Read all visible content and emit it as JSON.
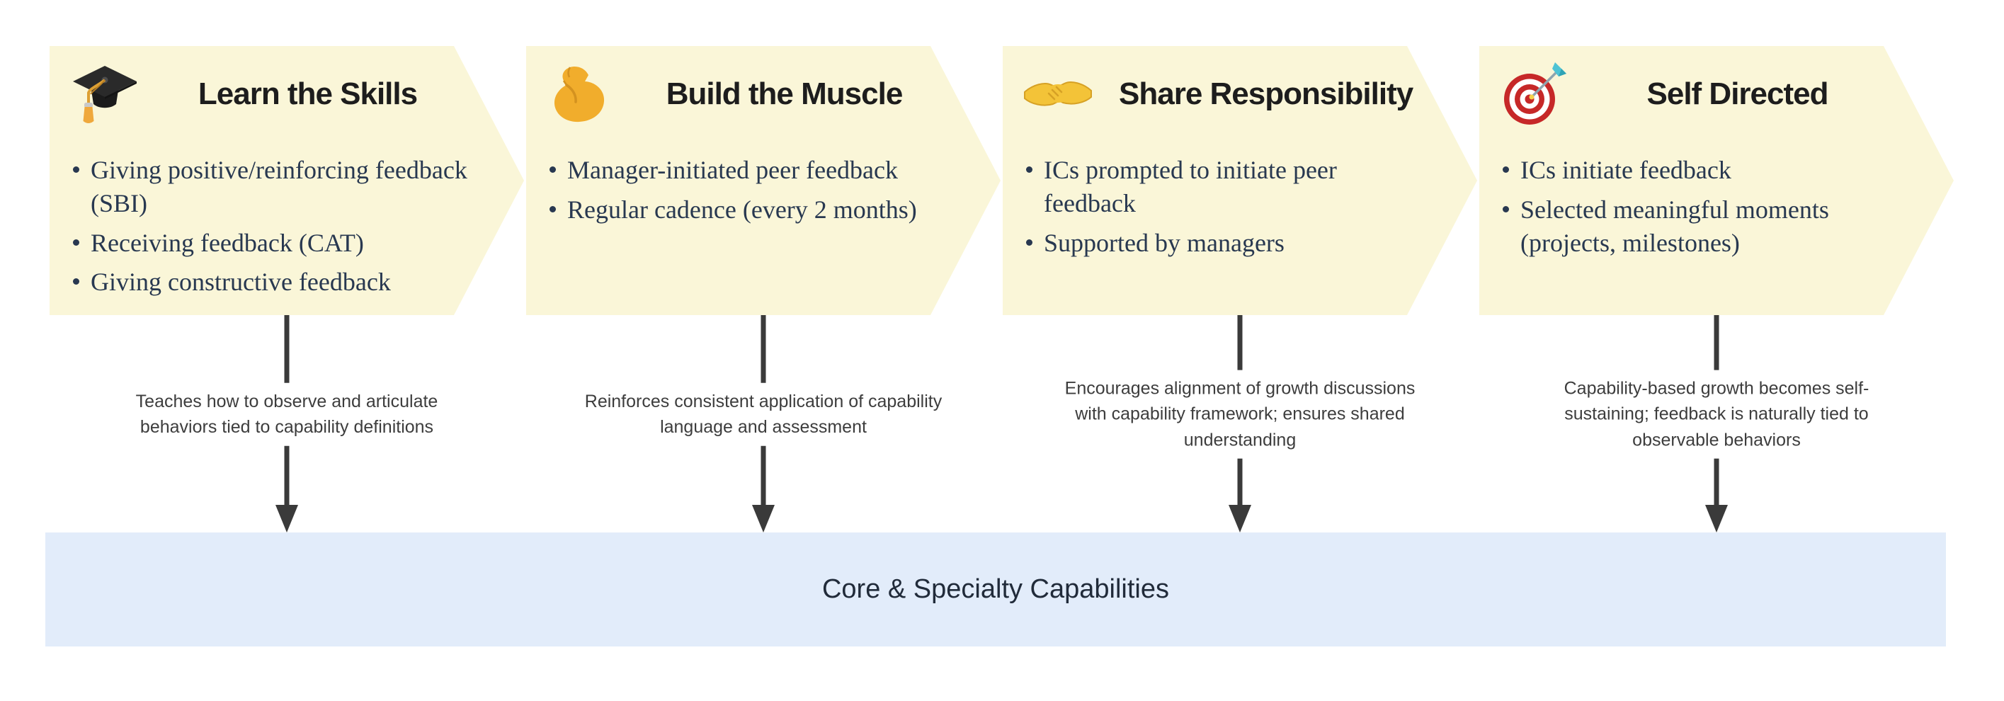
{
  "diagram": {
    "stages": [
      {
        "title": "Learn the Skills",
        "icon": "graduation-cap",
        "bullets": [
          "Giving positive/reinforcing feedback (SBI)",
          "Receiving feedback (CAT)",
          "Giving constructive feedback"
        ],
        "arrow_caption": "Teaches how to observe and articulate behaviors tied to capability definitions"
      },
      {
        "title": "Build the Muscle",
        "icon": "flexed-biceps",
        "bullets": [
          "Manager-initiated peer feedback",
          "Regular cadence (every 2 months)"
        ],
        "arrow_caption": "Reinforces consistent application of capability language and assessment"
      },
      {
        "title": "Share Responsibility",
        "icon": "handshake",
        "bullets": [
          "ICs prompted to initiate peer feedback",
          "Supported by managers"
        ],
        "arrow_caption": "Encourages alignment of growth discussions with capability framework; ensures shared understanding"
      },
      {
        "title": "Self Directed",
        "icon": "target-dart",
        "bullets": [
          "ICs initiate feedback",
          "Selected meaningful moments (projects, milestones)"
        ],
        "arrow_caption": "Capability-based growth becomes self-sustaining; feedback is naturally tied to observable behaviors"
      }
    ],
    "footer_bar": {
      "label": "Core & Specialty Capabilities"
    },
    "colors": {
      "stage_bg": "#FAF6D8",
      "bar_bg": "#E2ECFA",
      "title_text": "#1D1D1D",
      "bullet_text": "#283850",
      "caption_text": "#3D3D3D",
      "arrow": "#3A3A3A"
    }
  }
}
